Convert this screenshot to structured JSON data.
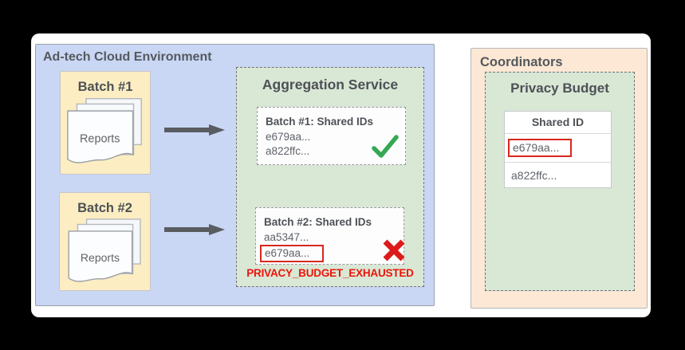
{
  "environment": {
    "title": "Ad-tech Cloud Environment",
    "batches": [
      {
        "title": "Batch #1",
        "doc_label": "Reports"
      },
      {
        "title": "Batch #2",
        "doc_label": "Reports"
      }
    ],
    "aggregation_service": {
      "title": "Aggregation Service",
      "batch1_result": {
        "title": "Batch #1: Shared IDs",
        "id1": "e679aa...",
        "id2": "a822ffc...",
        "status_icon": "green-checkmark"
      },
      "batch2_result": {
        "title": "Batch #2: Shared IDs",
        "id1": "aa5347...",
        "id2": "e679aa...",
        "status_icon": "red-x",
        "highlighted_id": "e679aa..."
      },
      "error_message": "PRIVACY_BUDGET_EXHAUSTED"
    }
  },
  "coordinators": {
    "title": "Coordinators",
    "privacy_budget": {
      "title": "Privacy Budget",
      "table": {
        "header": "Shared ID",
        "row1": "e679aa...",
        "row2": "a822ffc...",
        "highlighted_row": "e679aa..."
      }
    }
  },
  "colors": {
    "environment_bg": "#c9d7f5",
    "batch_bg": "#fdedc3",
    "service_bg": "#d9e7d5",
    "coordinators_bg": "#fce8d4",
    "success_green": "#34a853",
    "error_red": "#dc1a1a",
    "error_text_red": "#ee1408",
    "highlight_box_red": "#d8271d",
    "arrow_gray": "#595c60",
    "text_dark": "#4d5156",
    "text_gray": "#5f6368"
  }
}
